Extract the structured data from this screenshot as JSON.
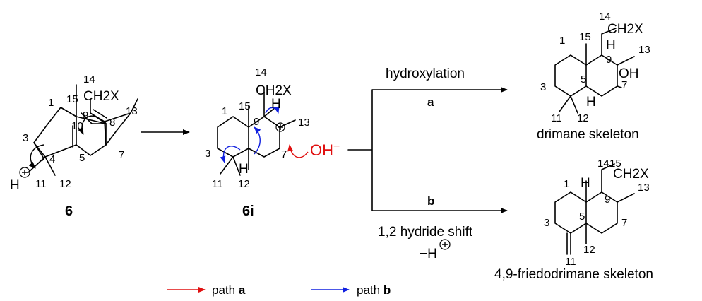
{
  "compounds": {
    "c6": {
      "id": "6",
      "atoms": [
        "1",
        "3",
        "4",
        "5",
        "7",
        "8",
        "9",
        "10",
        "11",
        "12",
        "13",
        "14",
        "15"
      ],
      "group": "CH2X",
      "proton": "H"
    },
    "c6i": {
      "id": "6i",
      "atoms": [
        "1",
        "3",
        "7",
        "9",
        "11",
        "12",
        "13",
        "14",
        "15"
      ],
      "group": "CH2X",
      "h": "H",
      "h2": "H"
    },
    "drimane": {
      "name": "drimane skeleton",
      "atoms": [
        "1",
        "3",
        "5",
        "7",
        "9",
        "11",
        "12",
        "13",
        "14",
        "15"
      ],
      "group": "CH2X",
      "oh": "OH",
      "h1": "H",
      "h2": "H"
    },
    "friedo": {
      "name": "4,9-friedodrimane skeleton",
      "atoms": [
        "1",
        "3",
        "5",
        "7",
        "9",
        "11",
        "12",
        "13",
        "14",
        "15"
      ],
      "group": "CH2X",
      "h": "H"
    }
  },
  "reagent": "OH",
  "reagent_charge": "−",
  "pathways": {
    "a": {
      "letter": "a",
      "label": "hydroxylation"
    },
    "b": {
      "letter": "b",
      "label": "1,2 hydride shift",
      "loss": "−H"
    }
  },
  "legend": [
    {
      "text": "path ",
      "letter": "a",
      "color": "#e01010"
    },
    {
      "text": "path ",
      "letter": "b",
      "color": "#1020e0"
    }
  ],
  "colors": {
    "red": "#e01010",
    "blue": "#1020e0",
    "ink": "#000000"
  }
}
